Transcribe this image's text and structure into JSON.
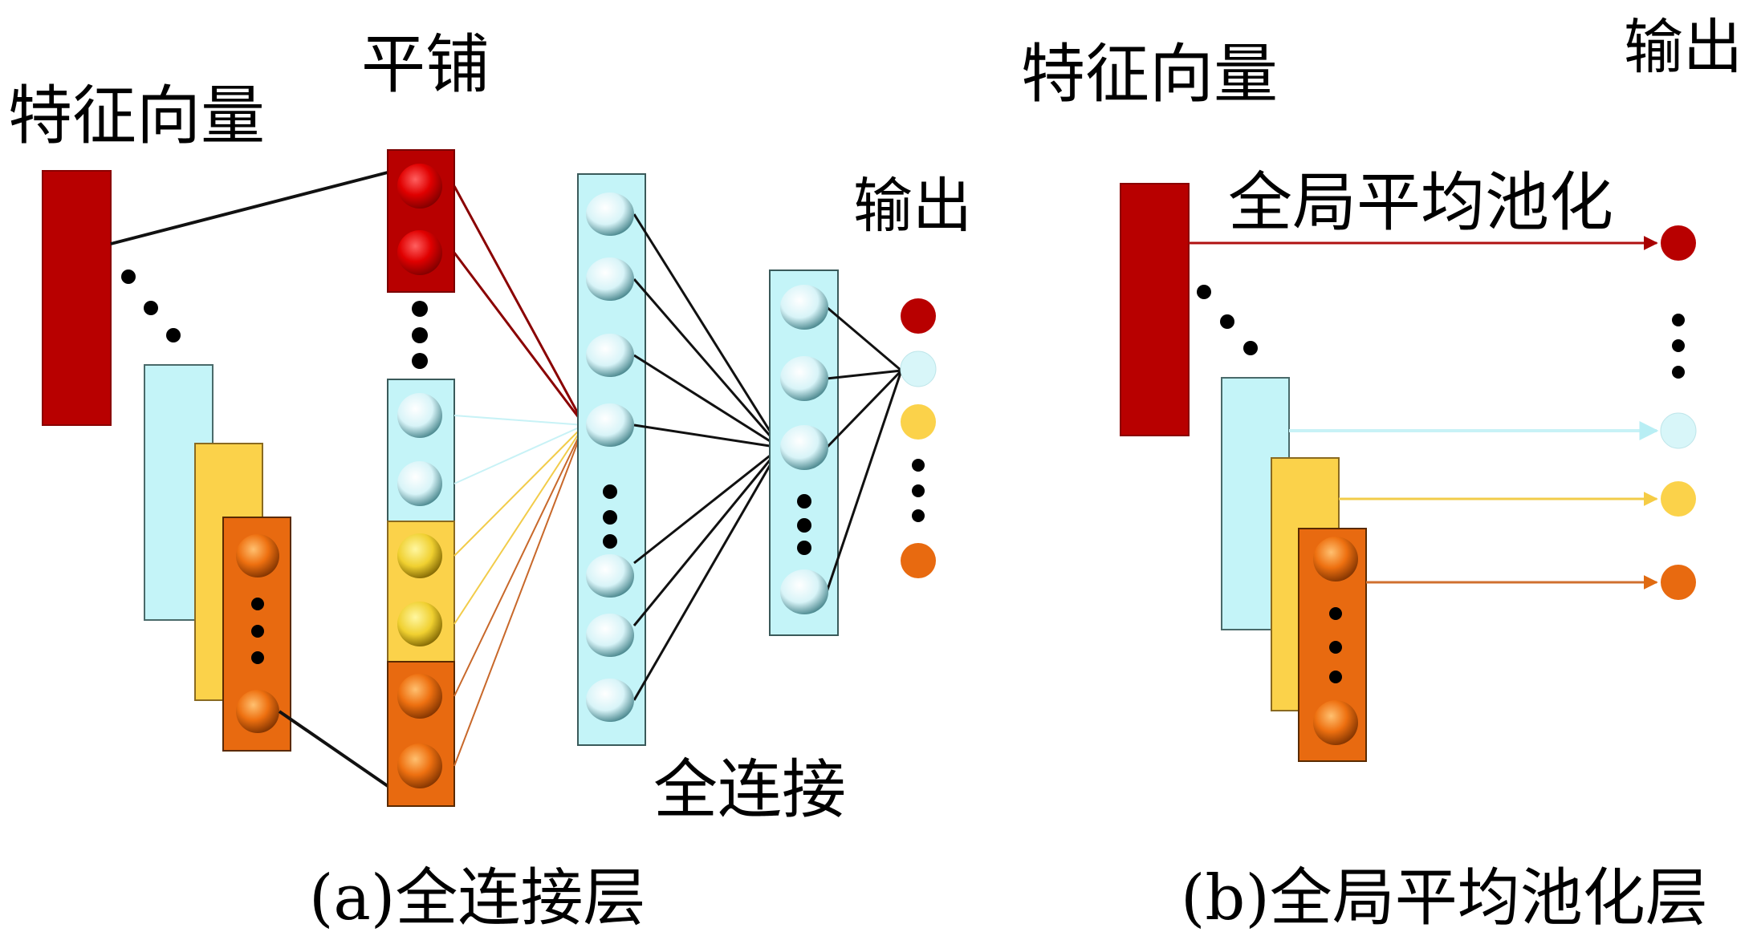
{
  "colors": {
    "red": "#b80000",
    "red_node": "#e00000",
    "cyan": "#c4f4f8",
    "cyan_node": "#e6fbfd",
    "yellow": "#fbd24a",
    "yellow_node": "#f5e040",
    "orange": "#e86a10",
    "orange_node": "#f27a10",
    "border": "#3a4a4a",
    "line_black": "#111111",
    "line_red": "#8a0000",
    "line_cyan": "#c8f2f6",
    "line_yellow": "#f2cc4a",
    "line_orange": "#c8682a"
  },
  "panel_a": {
    "labels": {
      "feature_vector": "特征向量",
      "flatten": "平铺",
      "output": "输出",
      "fully_connected": "全连接"
    },
    "caption": "(a)全连接层",
    "feature_maps": [
      "red",
      "cyan",
      "yellow",
      "orange"
    ],
    "flatten_groups": [
      {
        "color": "red",
        "nodes": 2
      },
      {
        "color": "cyan",
        "nodes": 2
      },
      {
        "color": "yellow",
        "nodes": 2
      },
      {
        "color": "orange",
        "nodes": 2
      }
    ],
    "fc_layer_1": {
      "nodes_visible": 7,
      "ellipsis_after": 4
    },
    "fc_layer_2": {
      "nodes_visible": 4,
      "ellipsis_after": 3
    },
    "outputs": [
      "red",
      "cyan",
      "yellow",
      "ellipsis",
      "orange"
    ]
  },
  "panel_b": {
    "labels": {
      "feature_vector": "特征向量",
      "global_avg_pool": "全局平均池化",
      "output": "输出"
    },
    "caption": "(b)全局平均池化层",
    "feature_maps": [
      "red",
      "cyan",
      "yellow",
      "orange"
    ],
    "outputs": [
      "red",
      "ellipsis",
      "cyan",
      "yellow",
      "orange"
    ]
  }
}
